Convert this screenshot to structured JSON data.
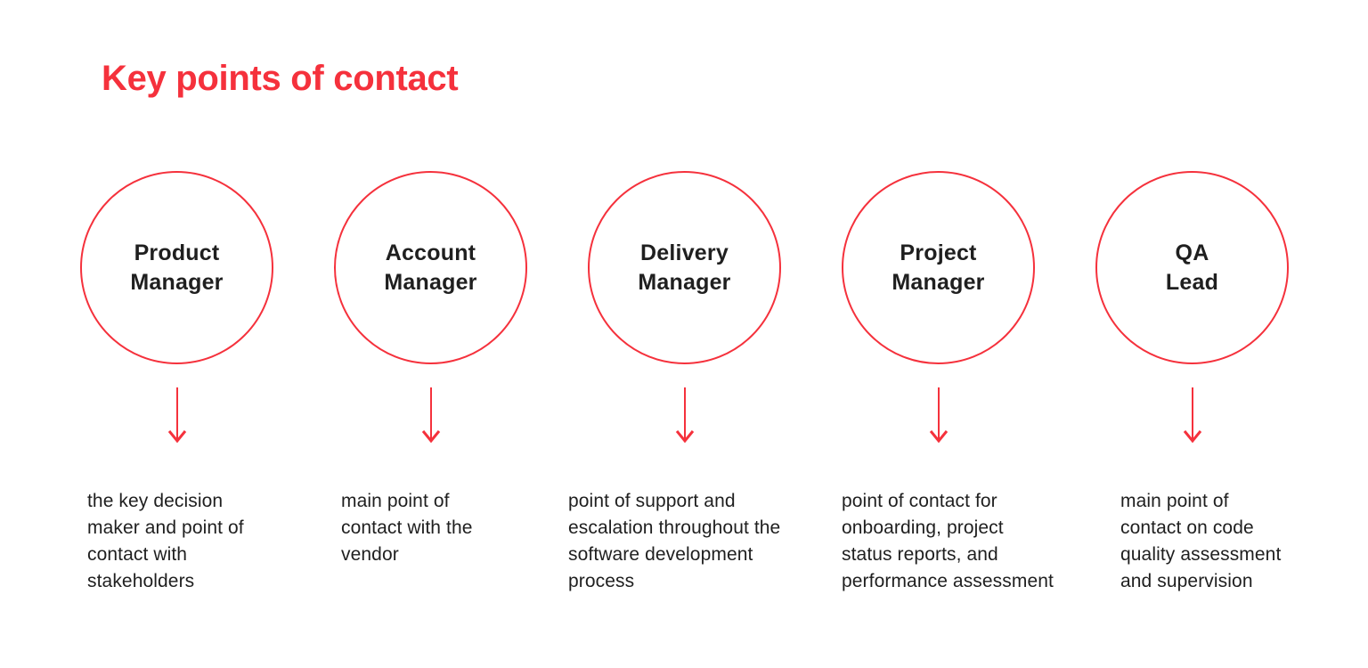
{
  "title": "Key points of contact",
  "colors": {
    "accent": "#F5313C",
    "text": "#1F1F1F"
  },
  "roles": [
    {
      "name": "Product\nManager",
      "description": "the key decision\nmaker and point of\ncontact with\nstakeholders"
    },
    {
      "name": "Account\nManager",
      "description": "main point of\ncontact with the\nvendor"
    },
    {
      "name": "Delivery\nManager",
      "description": "point of support and\nescalation throughout the\nsoftware development\nprocess"
    },
    {
      "name": "Project\nManager",
      "description": "point of contact for\nonboarding, project\nstatus reports, and\nperformance assessment"
    },
    {
      "name": "QA\nLead",
      "description": "main point of\ncontact on code\nquality assessment\nand supervision"
    }
  ]
}
